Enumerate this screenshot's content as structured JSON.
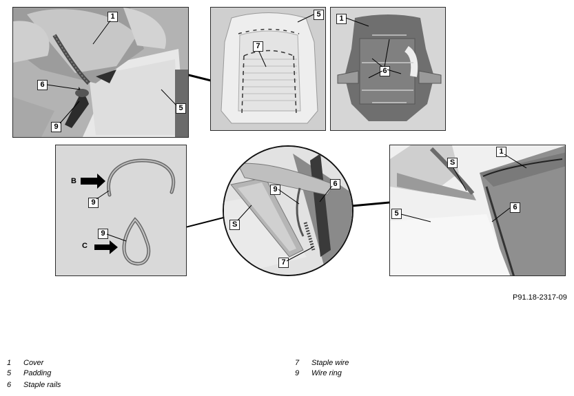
{
  "figure_code": "P91.18-2317-09",
  "callouts": {
    "p1_1": "1",
    "p1_6": "6",
    "p1_9": "9",
    "p1_5": "5",
    "p2_5": "5",
    "p2_7": "7",
    "p3_1": "1",
    "p3_6": "6",
    "p4_B": "B",
    "p4_9a": "9",
    "p4_9b": "9",
    "p4_C": "C",
    "p5_9": "9",
    "p5_6": "6",
    "p5_S": "S",
    "p5_7": "7",
    "p6_S": "S",
    "p6_1": "1",
    "p6_5": "5",
    "p6_6": "6"
  },
  "legend": {
    "left": [
      {
        "num": "1",
        "text": "Cover"
      },
      {
        "num": "5",
        "text": "Padding"
      },
      {
        "num": "6",
        "text": "Staple rails"
      }
    ],
    "right": [
      {
        "num": "7",
        "text": "Staple wire"
      },
      {
        "num": "9",
        "text": "Wire ring"
      }
    ]
  }
}
